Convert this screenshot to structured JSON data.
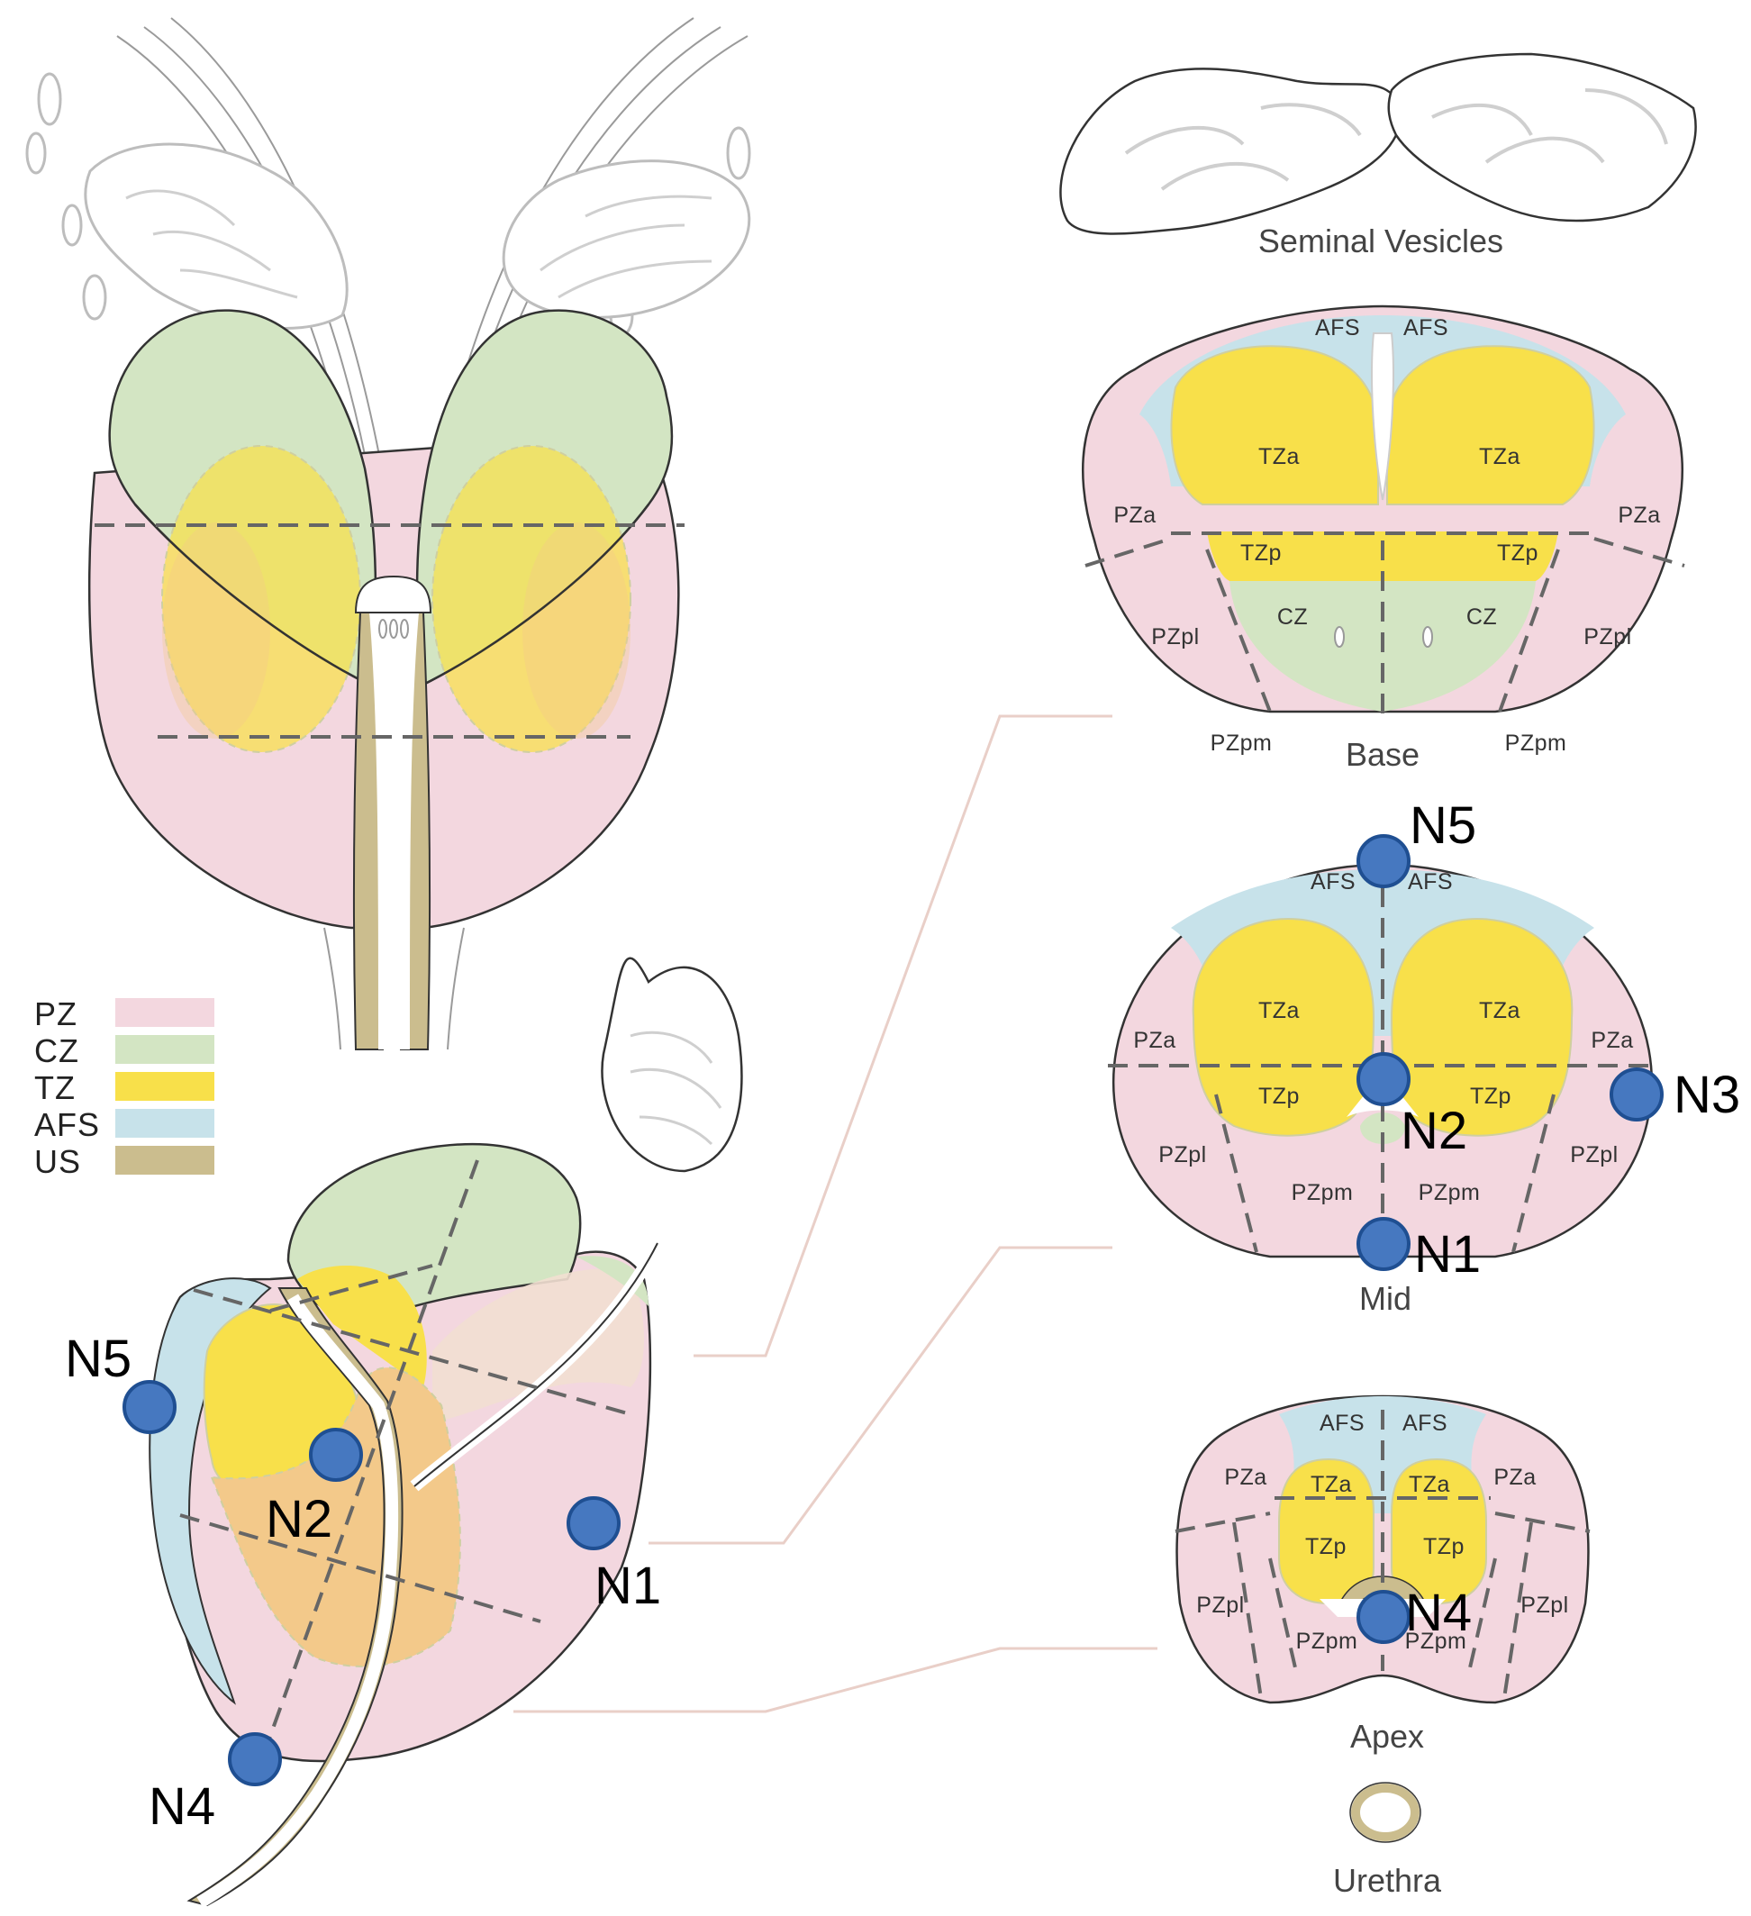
{
  "legend": {
    "items": [
      {
        "label": "PZ",
        "color": "#f3d7df"
      },
      {
        "label": "CZ",
        "color": "#d3e5c3"
      },
      {
        "label": "TZ",
        "color": "#f8e04a"
      },
      {
        "label": "AFS",
        "color": "#c7e2ea"
      },
      {
        "label": "US",
        "color": "#cbbd8e"
      }
    ]
  },
  "titles": {
    "seminal_vesicles": "Seminal Vesicles",
    "base": "Base",
    "mid": "Mid",
    "apex": "Apex",
    "urethra": "Urethra"
  },
  "base_labels": {
    "afs_left": "AFS",
    "afs_right": "AFS",
    "tza_left": "TZa",
    "tza_right": "TZa",
    "pza_left": "PZa",
    "pza_right": "PZa",
    "tzp_left": "TZp",
    "tzp_right": "TZp",
    "cz_left": "CZ",
    "cz_right": "CZ",
    "pzpl_left": "PZpl",
    "pzpl_right": "PZpl",
    "pzpm_left": "PZpm",
    "pzpm_right": "PZpm"
  },
  "mid_labels": {
    "afs_left": "AFS",
    "afs_right": "AFS",
    "tza_left": "TZa",
    "tza_right": "TZa",
    "pza_left": "PZa",
    "pza_right": "PZa",
    "tzp_left": "TZp",
    "tzp_right": "TZp",
    "pzpl_left": "PZpl",
    "pzpl_right": "PZpl",
    "pzpm_left": "PZpm",
    "pzpm_right": "PZpm"
  },
  "apex_labels": {
    "afs_left": "AFS",
    "afs_right": "AFS",
    "pza_left": "PZa",
    "pza_right": "PZa",
    "tza_left": "TZa",
    "tza_right": "TZa",
    "tzp_left": "TZp",
    "tzp_right": "TZp",
    "pzpl_left": "PZpl",
    "pzpl_right": "PZpl",
    "pzpm_left": "PZpm",
    "pzpm_right": "PZpm"
  },
  "nodes": {
    "sagittal": {
      "n5": "N5",
      "n2": "N2",
      "n1": "N1",
      "n4": "N4"
    },
    "mid": {
      "n5": "N5",
      "n2": "N2",
      "n3": "N3",
      "n1": "N1"
    },
    "apex": {
      "n4": "N4"
    }
  },
  "colors": {
    "pz": "#f3d7df",
    "cz": "#d3e5c3",
    "tz": "#f8e04a",
    "afs": "#c7e2ea",
    "us": "#cbbd8e",
    "node_fill": "#4678c0",
    "overlap_orange": "#f3c98a"
  }
}
